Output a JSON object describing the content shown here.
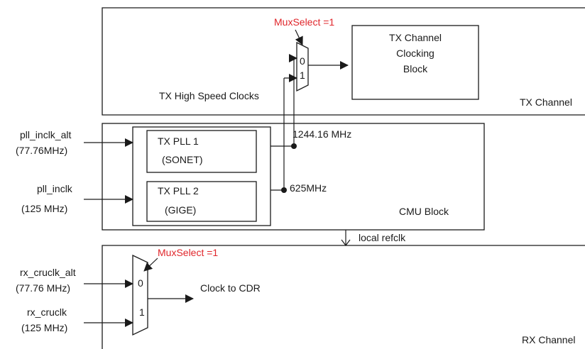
{
  "tx_channel": {
    "label": "TX Channel",
    "mux_select": "MuxSelect =1",
    "mux_input_0": "0",
    "mux_input_1": "1",
    "high_speed_clocks": "TX High Speed Clocks",
    "clocking_block": [
      "TX Channel",
      "Clocking",
      "Block"
    ]
  },
  "cmu": {
    "label": "CMU Block",
    "pll1": {
      "name": "TX PLL 1",
      "mode": "(SONET)",
      "freq": "1244.16 MHz"
    },
    "pll2": {
      "name": "TX PLL 2",
      "mode": "(GIGE)",
      "freq": "625MHz"
    },
    "local_refclk": "local refclk"
  },
  "inputs": {
    "pll_inclk_alt": {
      "name": "pll_inclk_alt",
      "freq": "(77.76MHz)"
    },
    "pll_inclk": {
      "name": "pll_inclk",
      "freq": "(125 MHz)"
    },
    "rx_cruclk_alt": {
      "name": "rx_cruclk_alt",
      "freq": "(77.76 MHz)"
    },
    "rx_cruclk": {
      "name": "rx_cruclk",
      "freq": "(125 MHz)"
    }
  },
  "rx_channel": {
    "label": "RX Channel",
    "mux_select": "MuxSelect =1",
    "mux_input_0": "0",
    "mux_input_1": "1",
    "clock_to_cdr": "Clock to CDR"
  },
  "colors": {
    "line": "#1a1a1a",
    "highlight": "#e0262b"
  }
}
